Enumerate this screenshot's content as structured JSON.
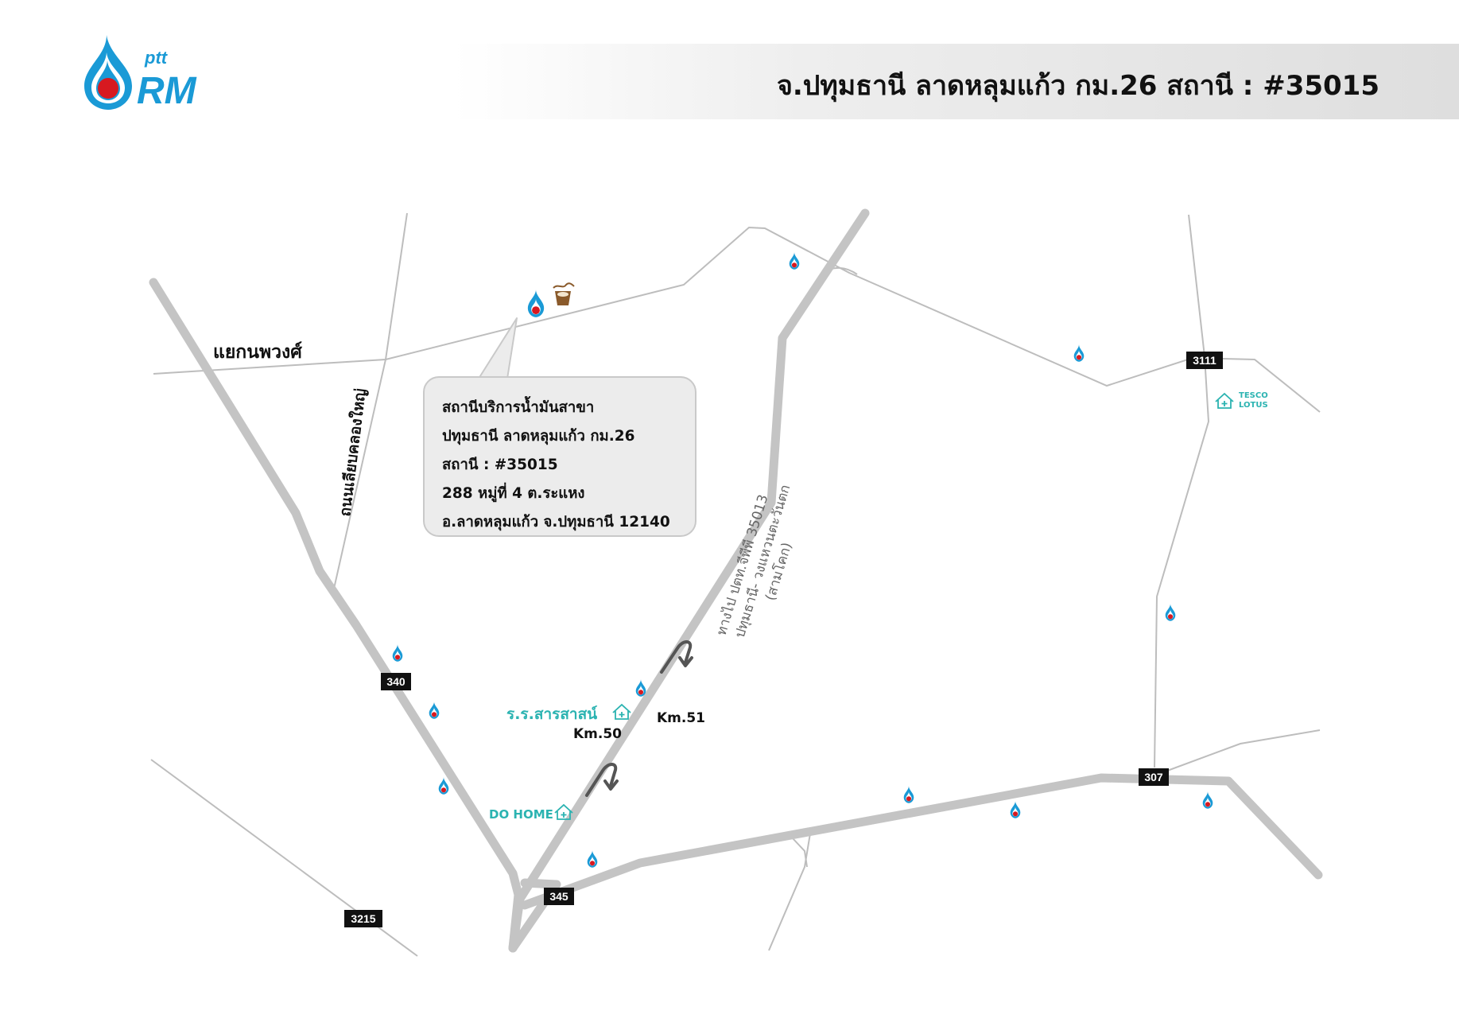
{
  "header": {
    "title": "จ.ปทุมธานี ลาดหลุมแก้ว กม.26 สถานี : #35015"
  },
  "logo": {
    "brand_small": "ptt",
    "brand_large": "RM",
    "colors": {
      "blue": "#1a9ad6",
      "red": "#d71920"
    }
  },
  "callout": {
    "lines": [
      "สถานีบริการน้ำมันสาขา",
      "ปทุมธานี ลาดหลุมแก้ว กม.26",
      "สถานี : #35015",
      "288 หมู่ที่ 4  ต.ระแหง",
      "อ.ลาดหลุมแก้ว จ.ปทุมธานี 12140"
    ]
  },
  "labels": {
    "junction": "แยกนพวงศ์",
    "road_vertical": "ถนนเลียบคลองใหญ่",
    "direction_line1": "ทางไป ปตท.จีพีพี 35013",
    "direction_line2": "ปทุมธานี- วงแหวนตะวันตก",
    "direction_line3": "(สามโคก)",
    "school": "ร.ร.สารสาสน์",
    "km50": "Km.50",
    "km51": "Km.51",
    "do_home": "DO HOME",
    "tesco_line1": "TESCO",
    "tesco_line2": "LOTUS"
  },
  "route_numbers": {
    "r340": "340",
    "r345": "345",
    "r307": "307",
    "r3111": "3111",
    "r3215": "3215"
  },
  "colors": {
    "major_road": "#c4c4c4",
    "minor_road": "#bdbdbd",
    "landmark": "#2bb3b1",
    "route_marker": "#111111",
    "uturn": "#555555"
  },
  "icons": {
    "station": "ptt-station-icon",
    "cafe": "cafe-amazon-icon",
    "landmark": "house-plus-icon",
    "uturn": "u-turn-arrow-icon"
  }
}
